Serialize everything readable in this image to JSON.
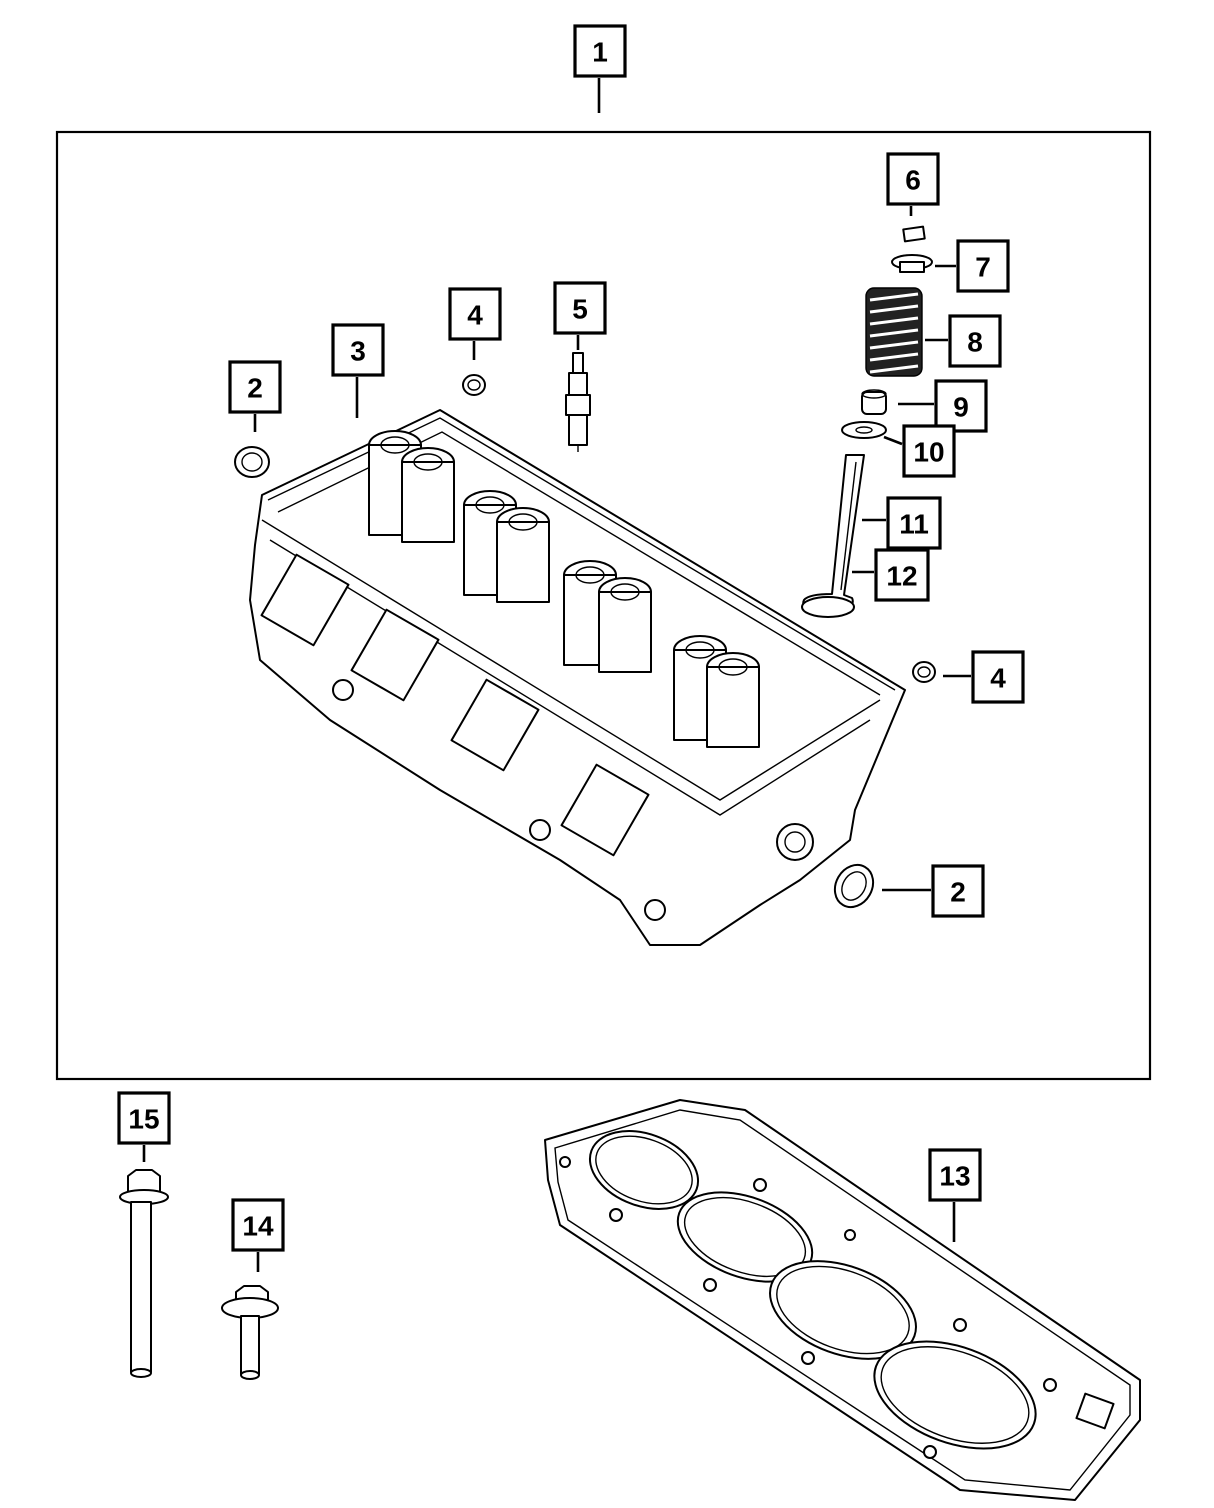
{
  "callouts": {
    "c1": "1",
    "c2a": "2",
    "c2b": "2",
    "c3": "3",
    "c4a": "4",
    "c4b": "4",
    "c5": "5",
    "c6": "6",
    "c7": "7",
    "c8": "8",
    "c9": "9",
    "c10": "10",
    "c11": "11",
    "c12": "12",
    "c13": "13",
    "c14": "14",
    "c15": "15"
  }
}
